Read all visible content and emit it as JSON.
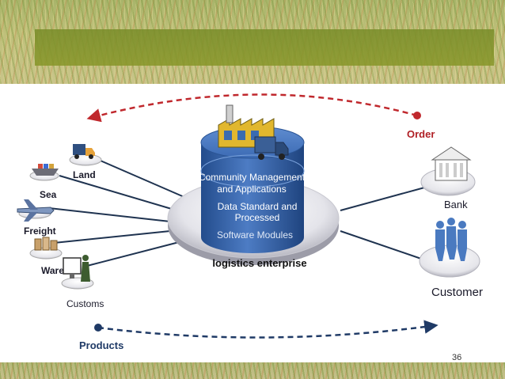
{
  "diagram": {
    "core": {
      "label": "logistics enterprise",
      "layers": [
        "Community Management and Applications",
        "Data Standard and Processed",
        "Software Modules"
      ]
    },
    "flows": {
      "top": "Order",
      "bottom": "Products"
    },
    "left_nodes": [
      "Land",
      "Sea",
      "Freight",
      "Ware",
      "Customs"
    ],
    "right_nodes": [
      "Bank",
      "Customer"
    ],
    "slide_number": "36"
  },
  "colors": {
    "order_arrow": "#c0282d",
    "products_arrow": "#1f3a66",
    "cylinder": "#2f5fa3",
    "platform": "#e6e6ea"
  },
  "icons": [
    "factory-icon",
    "truck-icon",
    "ship-icon",
    "airplane-icon",
    "warehouse-icon",
    "computer-user-icon",
    "bank-icon",
    "people-icon"
  ]
}
